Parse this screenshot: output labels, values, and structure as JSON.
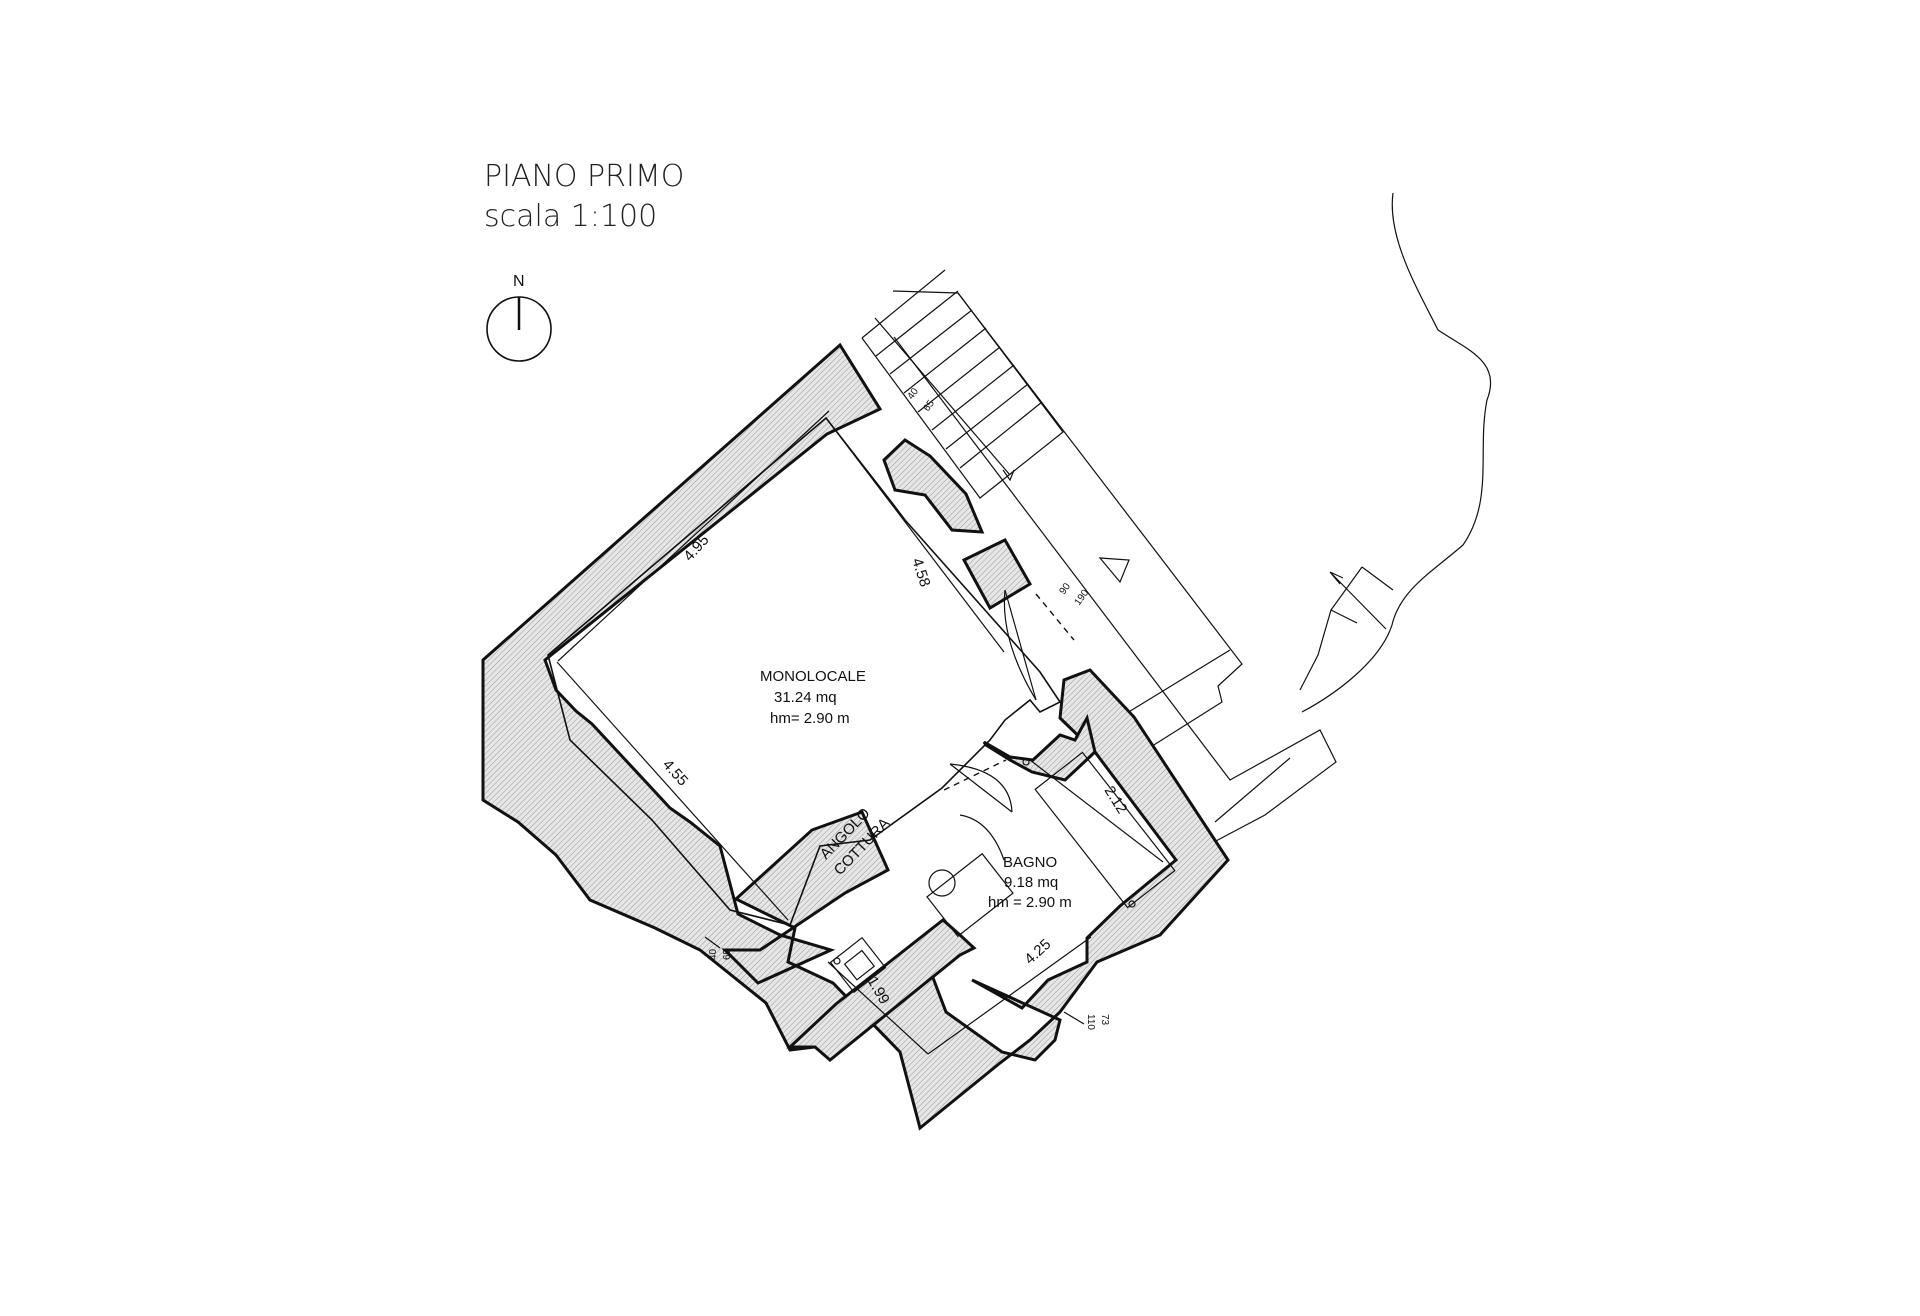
{
  "title": {
    "floor": "PIANO PRIMO",
    "scale": "scala 1:100"
  },
  "north_arrow": {
    "label": "N",
    "icon": "north-arrow-icon"
  },
  "rooms": {
    "monolocale": {
      "name": "MONOLOCALE",
      "area": "31.24 mq",
      "height": "hm= 2.90 m"
    },
    "bagno": {
      "name": "BAGNO",
      "area": "9.18 mq",
      "height": "hm = 2.90 m"
    },
    "angolo_cottura": {
      "line1": "ANGOLO",
      "line2": "COTTURA"
    }
  },
  "dimensions": {
    "d495": "4.95",
    "d455": "4.55",
    "d458": "4.58",
    "d212": "2.12",
    "d425": "4.25",
    "d199": "1.99"
  },
  "openings": {
    "window_left": {
      "top": "40",
      "bottom": "65"
    },
    "window_bottom": {
      "top": "73",
      "bottom": "110"
    },
    "door_entry": {
      "top": "90",
      "bottom": "190"
    },
    "stair_window": {
      "top": "40",
      "bottom": "65"
    }
  }
}
